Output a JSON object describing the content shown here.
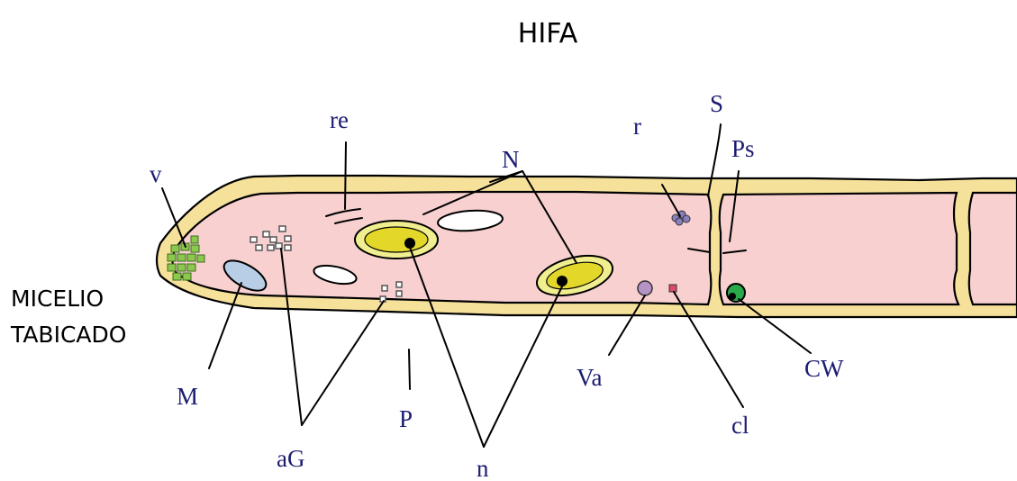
{
  "title": "HIFA",
  "side_label": {
    "line1": "MICELIO",
    "line2": "TABICADO"
  },
  "labels": {
    "v": "v",
    "re": "re",
    "N": "N",
    "r": "r",
    "S": "S",
    "Ps": "Ps",
    "M": "M",
    "aG": "aG",
    "P": "P",
    "n": "n",
    "Va": "Va",
    "cl": "cl",
    "CW": "CW"
  },
  "colors": {
    "cytoplasm": "#f8d0d0",
    "cell_wall": "#f6e19a",
    "nucleus_envelope": "#f1ee8f",
    "nucleus_inner": "#e3d72a",
    "vesicles": "#8cc84e",
    "mitochondrion": "#b8cde6",
    "vacuole": "#b593c4",
    "crystal": "#d94a6a",
    "ribosome_cluster": "#8a7fbe",
    "woronin_body": "#2aa84a",
    "label_text": "#1c1c73"
  }
}
